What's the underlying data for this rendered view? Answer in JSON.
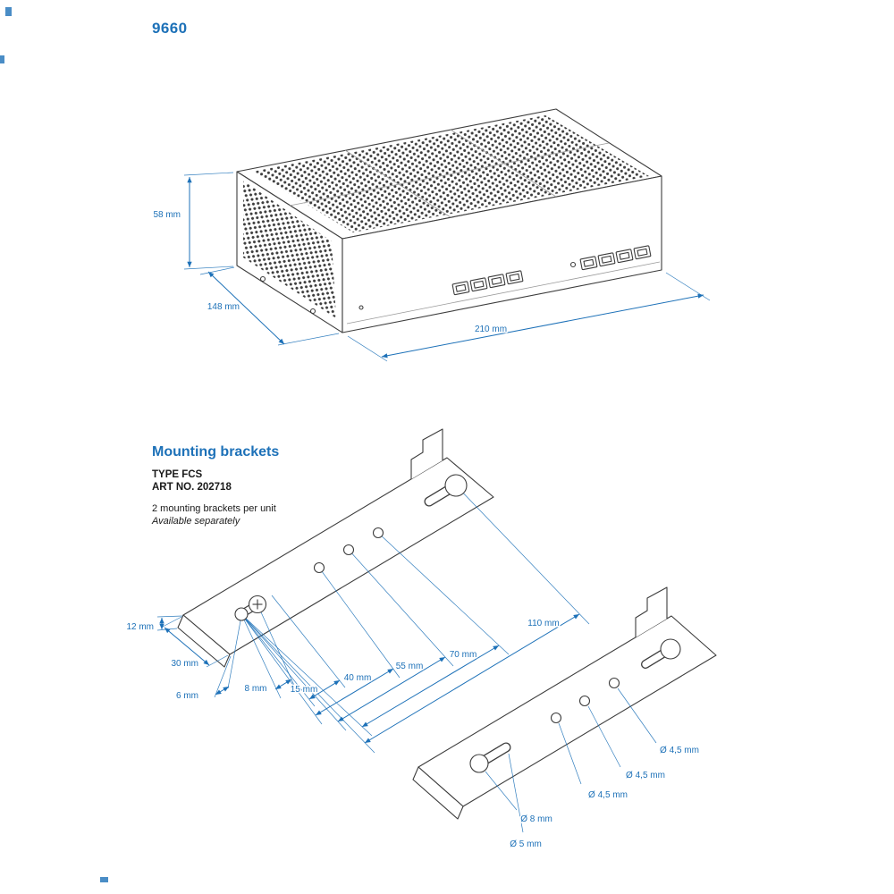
{
  "title": "9660",
  "colors": {
    "accent": "#1d71b8",
    "line": "#3d3d3d"
  },
  "unit": {
    "height": "58 mm",
    "depth": "148 mm",
    "length": "210 mm"
  },
  "mounting": {
    "heading": "Mounting brackets",
    "type_label": "TYPE FCS",
    "art_label": "ART NO. 202718",
    "note": "2 mounting brackets per unit",
    "availability": "Available separately"
  },
  "bracket_top": {
    "flange_height": "12 mm",
    "flange_width": "30 mm",
    "edge_offset": "6 mm",
    "keyhole_offset": "8 mm",
    "slot_length": "15 mm",
    "hole1": "40 mm",
    "hole2": "55 mm",
    "hole3": "70 mm",
    "keyhole_top": "110 mm"
  },
  "bracket_bottom": {
    "hole_top": "Ø 4,5 mm",
    "hole_mid": "Ø 4,5 mm",
    "hole_bottom": "Ø 4,5 mm",
    "keyhole": "Ø 8 mm",
    "slot": "Ø 5 mm"
  }
}
